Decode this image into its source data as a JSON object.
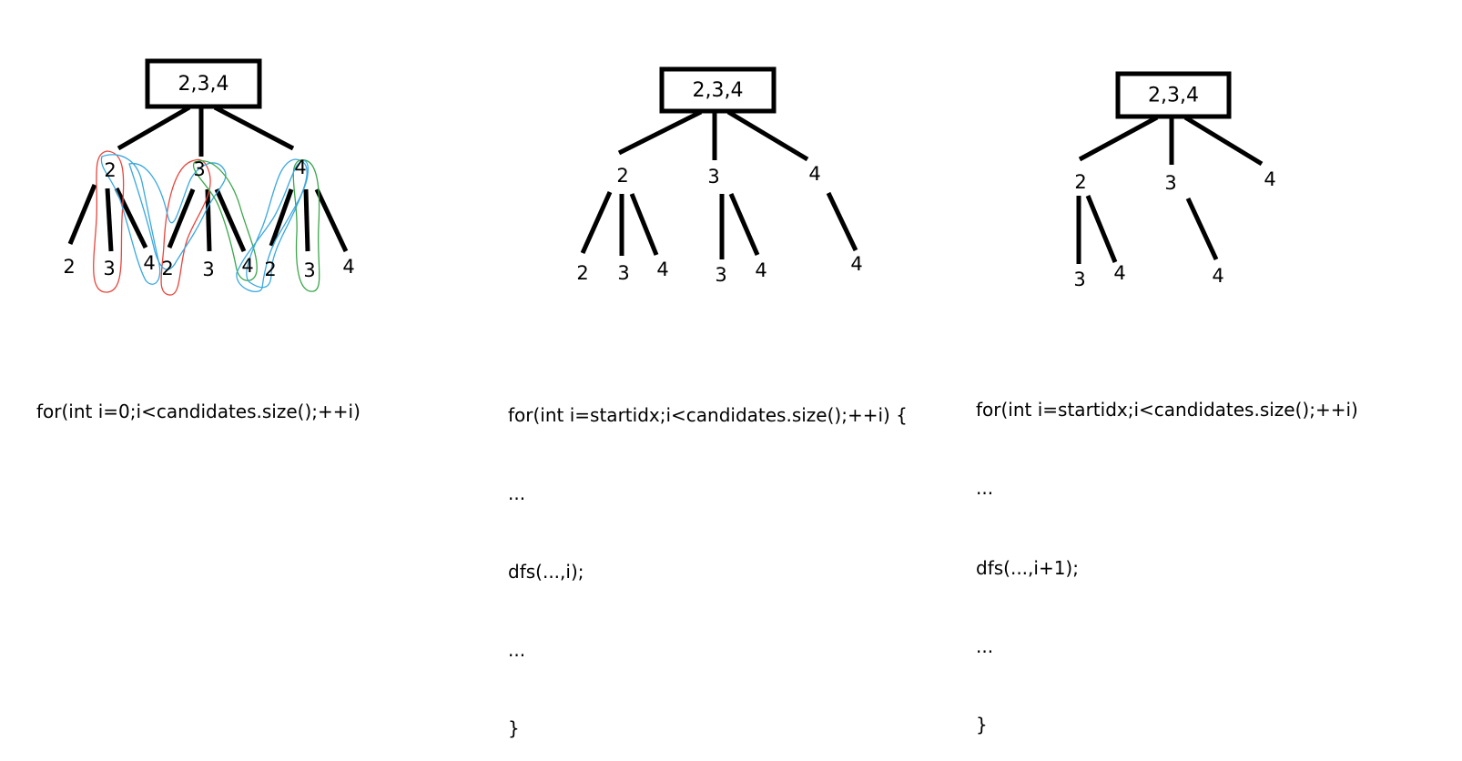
{
  "trees": [
    {
      "root": "2,3,4",
      "children": [
        {
          "label": "2",
          "leaves": [
            "2",
            "3",
            "4"
          ]
        },
        {
          "label": "3",
          "leaves": [
            "2",
            "3",
            "4"
          ]
        },
        {
          "label": "4",
          "leaves": [
            "2",
            "3",
            "4"
          ]
        }
      ],
      "code": [
        "for(int i=0;i<candidates.size();++i)"
      ]
    },
    {
      "root": "2,3,4",
      "children": [
        {
          "label": "2",
          "leaves": [
            "2",
            "3",
            "4"
          ]
        },
        {
          "label": "3",
          "leaves": [
            "3",
            "4"
          ]
        },
        {
          "label": "4",
          "leaves": [
            "4"
          ]
        }
      ],
      "code": [
        "for(int i=startidx;i<candidates.size();++i) {",
        "...",
        "dfs(...,i);",
        "...",
        "}"
      ]
    },
    {
      "root": "2,3,4",
      "children": [
        {
          "label": "2",
          "leaves": [
            "3",
            "4"
          ]
        },
        {
          "label": "3",
          "leaves": [
            "4"
          ]
        },
        {
          "label": "4",
          "leaves": []
        }
      ],
      "code": [
        "for(int i=startidx;i<candidates.size();++i)",
        "...",
        "dfs(...,i+1);",
        "...",
        "}"
      ]
    }
  ],
  "colors": {
    "ink": "#000000",
    "loop_red": "#e8453c",
    "loop_blue": "#3aa8e0",
    "loop_green": "#3aa64a"
  }
}
